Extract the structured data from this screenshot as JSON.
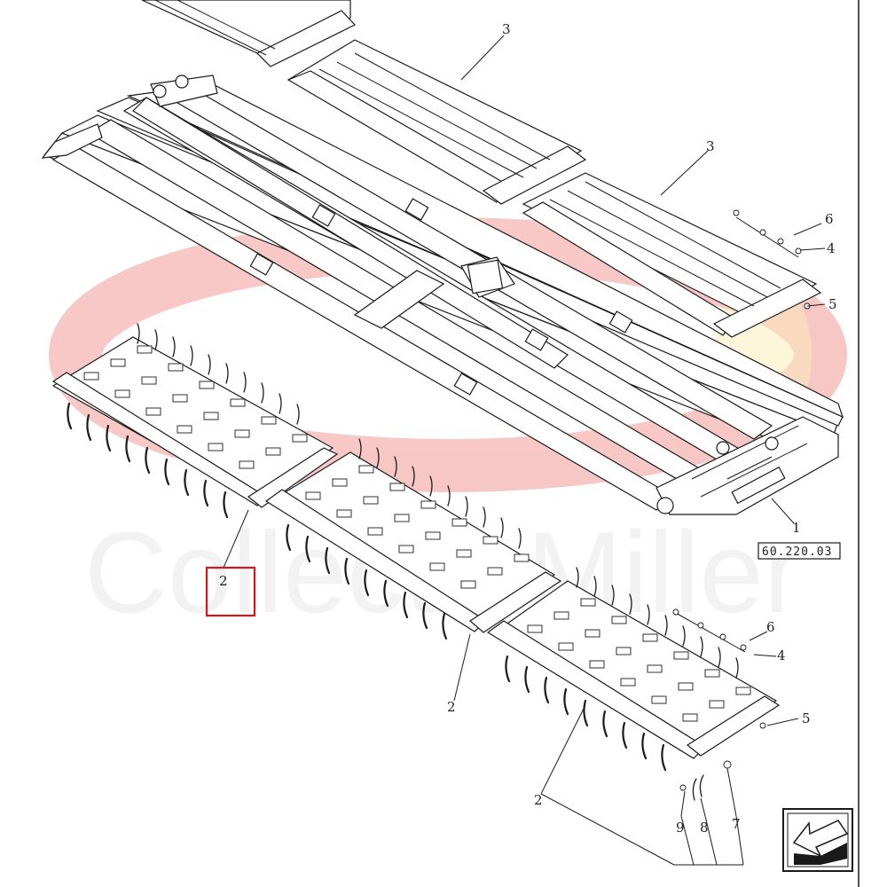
{
  "watermark": {
    "brand_text": "Collects Miller",
    "logo_color": "#e53935",
    "logo_accent": "#f3c300"
  },
  "reference_code": "60.220.03",
  "highlight_color": "#d01818",
  "callouts": {
    "c1": "1",
    "c2a": "2",
    "c2b": "2",
    "c2c": "2",
    "c3a": "3",
    "c3b": "3",
    "c4a": "4",
    "c4b": "4",
    "c5a": "5",
    "c5b": "5",
    "c6a": "6",
    "c6b": "6",
    "c7": "7",
    "c8": "8",
    "c9": "9"
  },
  "icons": {
    "nav": "arrow-back-icon"
  }
}
